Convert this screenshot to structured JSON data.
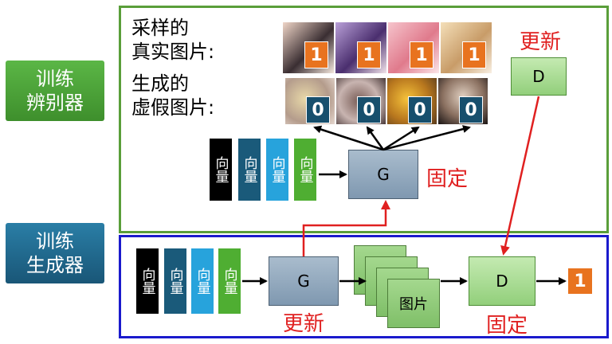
{
  "left_labels": {
    "train_d": [
      "训练",
      "辨别器"
    ],
    "train_g": [
      "训练",
      "生成器"
    ]
  },
  "top": {
    "sampled_label": [
      "采样的",
      "真实图片:"
    ],
    "generated_label": [
      "生成的",
      "虚假图片:"
    ],
    "real_badges": [
      "1",
      "1",
      "1",
      "1"
    ],
    "fake_badges": [
      "0",
      "0",
      "0",
      "0"
    ],
    "vectors": [
      "向量",
      "向量",
      "向量",
      "向量"
    ],
    "g_label": "G",
    "g_status": "固定",
    "d_status": "更新",
    "d_label": "D"
  },
  "bottom": {
    "vectors": [
      "向量",
      "向量",
      "向量",
      "向量"
    ],
    "g_label": "G",
    "g_status": "更新",
    "images_label": "图片",
    "d_label": "D",
    "d_status": "固定",
    "output": "1"
  },
  "colors": {
    "green_panel": "#5a9e3a",
    "blue_panel": "#1a1acc",
    "red_arrow": "#e02020",
    "train_d_box": "#4fa83a",
    "train_g_box": "#1e6a8e",
    "vector_colors": [
      "#000000",
      "#1a5a7a",
      "#27a3dc",
      "#4fae32"
    ]
  }
}
